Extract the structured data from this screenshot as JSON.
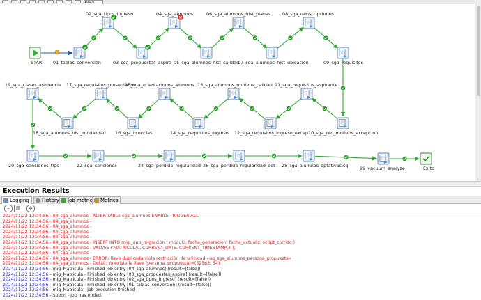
{
  "toolbar": {
    "zoom": "100%"
  },
  "job": {
    "nodes": [
      {
        "id": "start",
        "label": "START",
        "type": "start",
        "status": "none"
      },
      {
        "id": "n01",
        "label": "01_tablas_conversion",
        "type": "trans",
        "status": "ok"
      },
      {
        "id": "n02",
        "label": "02_sga_tipos_ingreso",
        "type": "trans",
        "status": "ok"
      },
      {
        "id": "n03",
        "label": "03_sga_propuestas_aspira",
        "type": "trans",
        "status": "ok"
      },
      {
        "id": "n04",
        "label": "04_sga_alumnos",
        "type": "trans",
        "status": "error"
      },
      {
        "id": "n05",
        "label": "05_sga_alumnos_hist_calidad",
        "type": "trans",
        "status": "none"
      },
      {
        "id": "n06",
        "label": "06_sga_alumnos_hist_planes",
        "type": "trans",
        "status": "none"
      },
      {
        "id": "n07",
        "label": "07_sga_alumnos_hist_ubicacion",
        "type": "trans",
        "status": "none"
      },
      {
        "id": "n08",
        "label": "08_sga_reinscripciones",
        "type": "trans",
        "status": "none"
      },
      {
        "id": "n09",
        "label": "09_sga_requisitos",
        "type": "trans",
        "status": "none"
      },
      {
        "id": "n10",
        "label": "10_sga_req_motivos_excepcion",
        "type": "trans",
        "status": "none"
      },
      {
        "id": "n11",
        "label": "11_sga_requisitos_aspirante",
        "type": "trans",
        "status": "none"
      },
      {
        "id": "n12",
        "label": "12_sga_requisitos_ingreso_excep",
        "type": "trans",
        "status": "none"
      },
      {
        "id": "n13",
        "label": "13_sga_alumnos_motivos_calidad",
        "type": "trans",
        "status": "none"
      },
      {
        "id": "n14",
        "label": "14_sga_requisitos_ingreso",
        "type": "trans",
        "status": "none"
      },
      {
        "id": "n15",
        "label": "15_sga_orientaciones_alumnos",
        "type": "trans",
        "status": "none"
      },
      {
        "id": "n16",
        "label": "16_sga_licencias",
        "type": "trans",
        "status": "none"
      },
      {
        "id": "n17",
        "label": "17_sga_requisitos_presentados",
        "type": "trans",
        "status": "none"
      },
      {
        "id": "n18",
        "label": "18_sga_alumnos_hist_modalidad",
        "type": "trans",
        "status": "none"
      },
      {
        "id": "n19",
        "label": "19_sga_clases_asistencia",
        "type": "trans",
        "status": "none"
      },
      {
        "id": "n20",
        "label": "20_sga_sanciones_tipo",
        "type": "trans",
        "status": "none"
      },
      {
        "id": "n22",
        "label": "22_sga_sanciones",
        "type": "trans",
        "status": "none"
      },
      {
        "id": "n24",
        "label": "24_sga_perdida_regularidad",
        "type": "trans",
        "status": "none"
      },
      {
        "id": "n26",
        "label": "26_sga_perdida_regularidad_det",
        "type": "trans",
        "status": "none"
      },
      {
        "id": "n28",
        "label": "28_sga_alumnos_optativas.sql",
        "type": "trans",
        "status": "none"
      },
      {
        "id": "n99",
        "label": "99_vacuum_analyze",
        "type": "trans",
        "status": "none"
      },
      {
        "id": "exito",
        "label": "Exito",
        "type": "success",
        "status": "none"
      }
    ]
  },
  "results": {
    "title": "Execution Results",
    "tabs": [
      "Logging",
      "History",
      "Job metrics",
      "Metrics"
    ],
    "active_tab": "Logging",
    "log": [
      {
        "ts": "2024/11/22 12:34:56",
        "msg": " - 04_sga_alumnos - ALTER TABLE sga_alumnos ENABLE TRIGGER ALL;",
        "level": "error"
      },
      {
        "ts": "2024/11/22 12:34:56",
        "msg": " - 04_sga_alumnos -",
        "level": "error"
      },
      {
        "ts": "2024/11/22 12:34:56",
        "msg": " - 04_sga_alumnos -",
        "level": "error"
      },
      {
        "ts": "2024/11/22 12:34:56",
        "msg": " - 04_sga_alumnos -",
        "level": "error"
      },
      {
        "ts": "2024/11/22 12:34:56",
        "msg": " - 04_sga_alumnos -",
        "level": "error"
      },
      {
        "ts": "2024/11/22 12:34:56",
        "msg": " - 04_sga_alumnos - INSERT INTO mig._app_migracion ( modulo, fecha_generacion, fecha_actualiz, script_corrido )",
        "level": "error"
      },
      {
        "ts": "2024/11/22 12:34:56",
        "msg": " - 04_sga_alumnos -        VALUES ('MATRICULA', CURRENT_DATE, CURRENT_TIMESTAMP,4 );",
        "level": "error"
      },
      {
        "ts": "2024/11/22 12:34:56",
        "msg": " - 04_sga_alumnos -",
        "level": "error"
      },
      {
        "ts": "2024/11/22 12:34:56",
        "msg": " - 04_sga_alumnos - ERROR: llave duplicada viola restricción de unicidad «uq_sga_alumnos_persona_propuesta»",
        "level": "error"
      },
      {
        "ts": "2024/11/22 12:34:56",
        "msg": " - 04_sga_alumnos -    Detail: Ya existe la llave (persona, propuesta)=(52563, 54).",
        "level": "error"
      },
      {
        "ts": "2024/11/22 12:34:56",
        "msg": " - mig_Matricula - Finished job entry [04_sga_alumnos] (result=[false])",
        "level": "info"
      },
      {
        "ts": "2024/11/22 12:34:56",
        "msg": " - mig_Matricula - Finished job entry [03_sga_propuestas_aspira] (result=[false])",
        "level": "info"
      },
      {
        "ts": "2024/11/22 12:34:56",
        "msg": " - mig_Matricula - Finished job entry [02_sga_tipos_ingreso] (result=[false])",
        "level": "info"
      },
      {
        "ts": "2024/11/22 12:34:56",
        "msg": " - mig_Matricula - Finished job entry [01_tablas_conversion] (result=[false])",
        "level": "info"
      },
      {
        "ts": "2024/11/22 12:34:56",
        "msg": " - mig_Matricula - Job execution finished",
        "level": "info"
      },
      {
        "ts": "2024/11/22 12:34:56",
        "msg": " - Spoon - Job has ended.",
        "level": "info"
      }
    ]
  }
}
